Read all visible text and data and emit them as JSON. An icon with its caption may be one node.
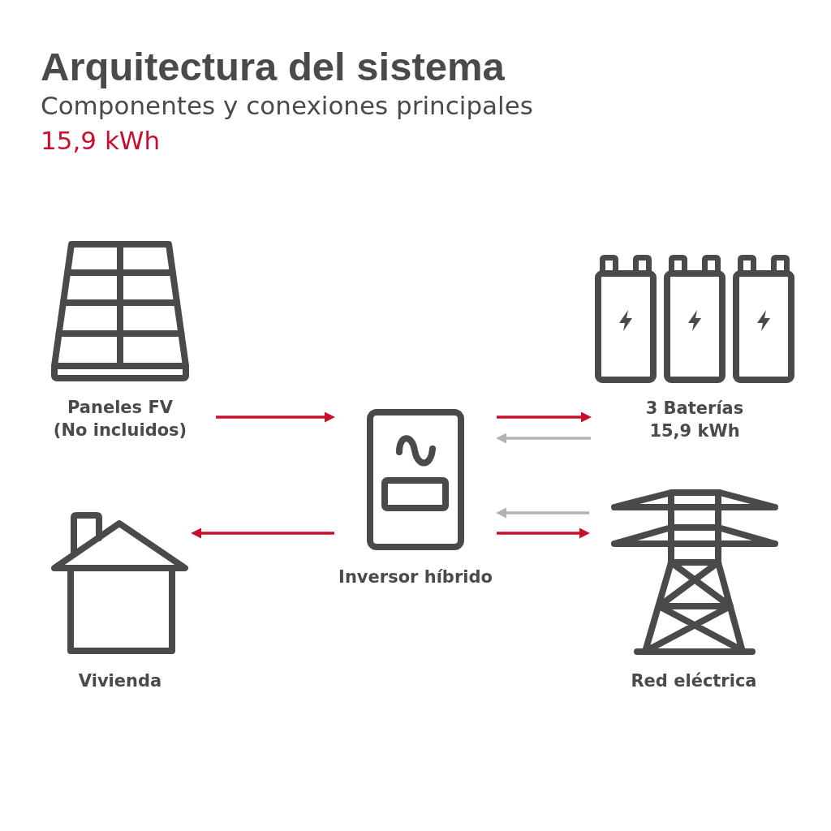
{
  "diagram": {
    "title": "Arquitectura del sistema",
    "nodes": [
      {
        "text": [
          "Paneles FV",
          "(No incluidos)"
        ]
      },
      {
        "text": [
          "Inversor híbrido"
        ]
      },
      {
        "text": [
          "3 Baterías 15,9 kWh"
        ]
      },
      {
        "text": [
          "Vivienda"
        ]
      },
      {
        "text": [
          "Red eléctrica"
        ]
      }
    ],
    "edges": [
      {
        "from": 0,
        "to": 1,
        "arrow": "to"
      },
      {
        "from": 1,
        "to": 2,
        "arrow": "to"
      },
      {
        "from": 2,
        "to": 1,
        "arrow": "to",
        "color": "#b3b3b3"
      },
      {
        "from": 1,
        "to": 3,
        "arrow": "to"
      },
      {
        "from": 4,
        "to": 1,
        "arrow": "to",
        "color": "#b3b3b3"
      },
      {
        "from": 1,
        "to": 4,
        "arrow": "to"
      }
    ],
    "labels": [
      "Componentes y conexiones principales",
      "15,9 kWh"
    ]
  }
}
